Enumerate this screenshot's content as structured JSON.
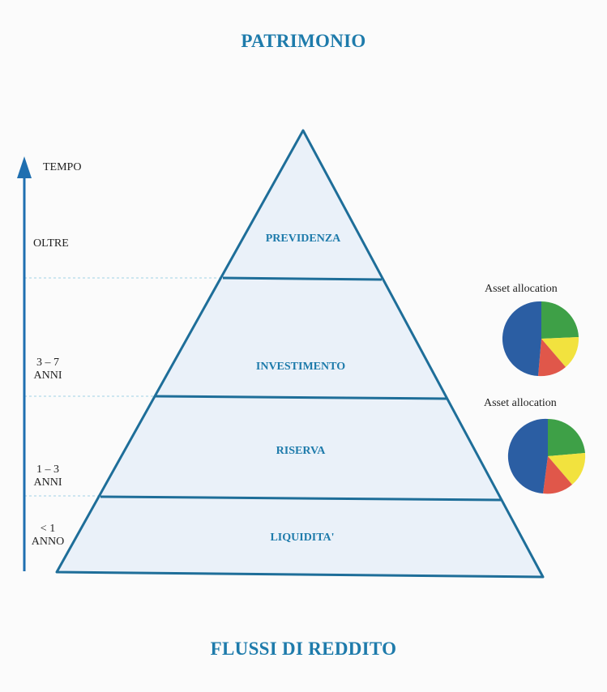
{
  "title_top": "PATRIMONIO",
  "title_bottom": "FLUSSI DI REDDITO",
  "time_axis": {
    "label": "TEMPO",
    "ticks": [
      {
        "line1": "OLTRE",
        "line2": ""
      },
      {
        "line1": "3 – 7",
        "line2": "ANNI"
      },
      {
        "line1": "1 – 3",
        "line2": "ANNI"
      },
      {
        "line1": "< 1",
        "line2": "ANNO"
      }
    ]
  },
  "pyramid": {
    "levels": [
      "PREVIDENZA",
      "INVESTIMENTO",
      "RISERVA",
      "LIQUIDITA'"
    ]
  },
  "asset_allocation": [
    {
      "caption": "Asset allocation"
    },
    {
      "caption": "Asset allocation"
    }
  ],
  "colors": {
    "accent": "#1e7bab",
    "pyramid_fill": "#eaf1f9",
    "pyramid_stroke": "#1e6e99",
    "pie_blue": "#2b5ea3",
    "pie_green": "#3ea047",
    "pie_yellow": "#f2e23e",
    "pie_red": "#e0574a"
  }
}
